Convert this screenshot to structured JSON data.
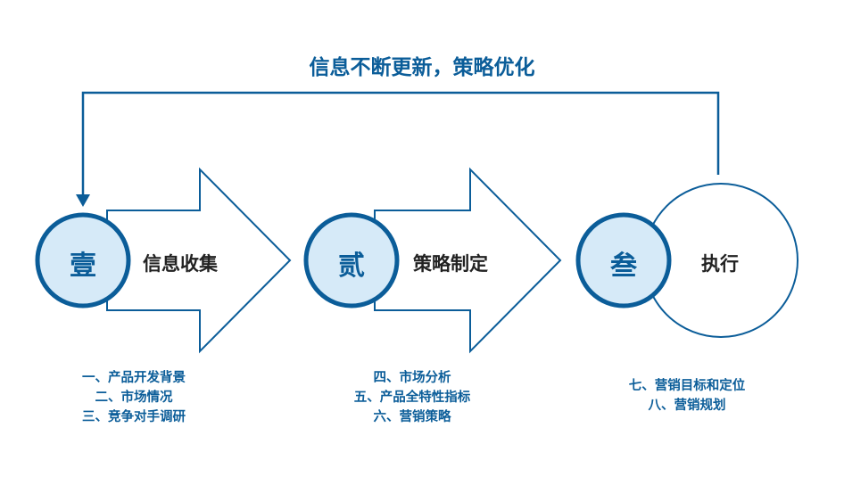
{
  "title": "信息不断更新，策略优化",
  "stages": [
    {
      "number": "壹",
      "label": "信息收集",
      "items": [
        "一、产品开发背景",
        "二、市场情况",
        "三、竞争对手调研"
      ]
    },
    {
      "number": "贰",
      "label": "策略制定",
      "items": [
        "四、市场分析",
        "五、产品全特性指标",
        "六、营销策略"
      ]
    },
    {
      "number": "叁",
      "label": "执行",
      "items": [
        "七、营销目标和定位",
        "八、营销规划"
      ]
    }
  ],
  "colors": {
    "primary": "#0b5d99",
    "circle_fill": "#d6eaf8",
    "text_dark": "#222222"
  }
}
